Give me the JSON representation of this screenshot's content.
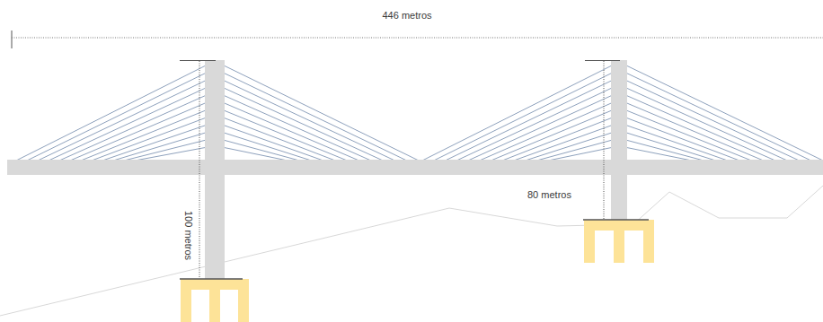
{
  "diagram": {
    "labels": [
      "446 metros",
      "100 metros",
      "80 metros"
    ]
  }
}
